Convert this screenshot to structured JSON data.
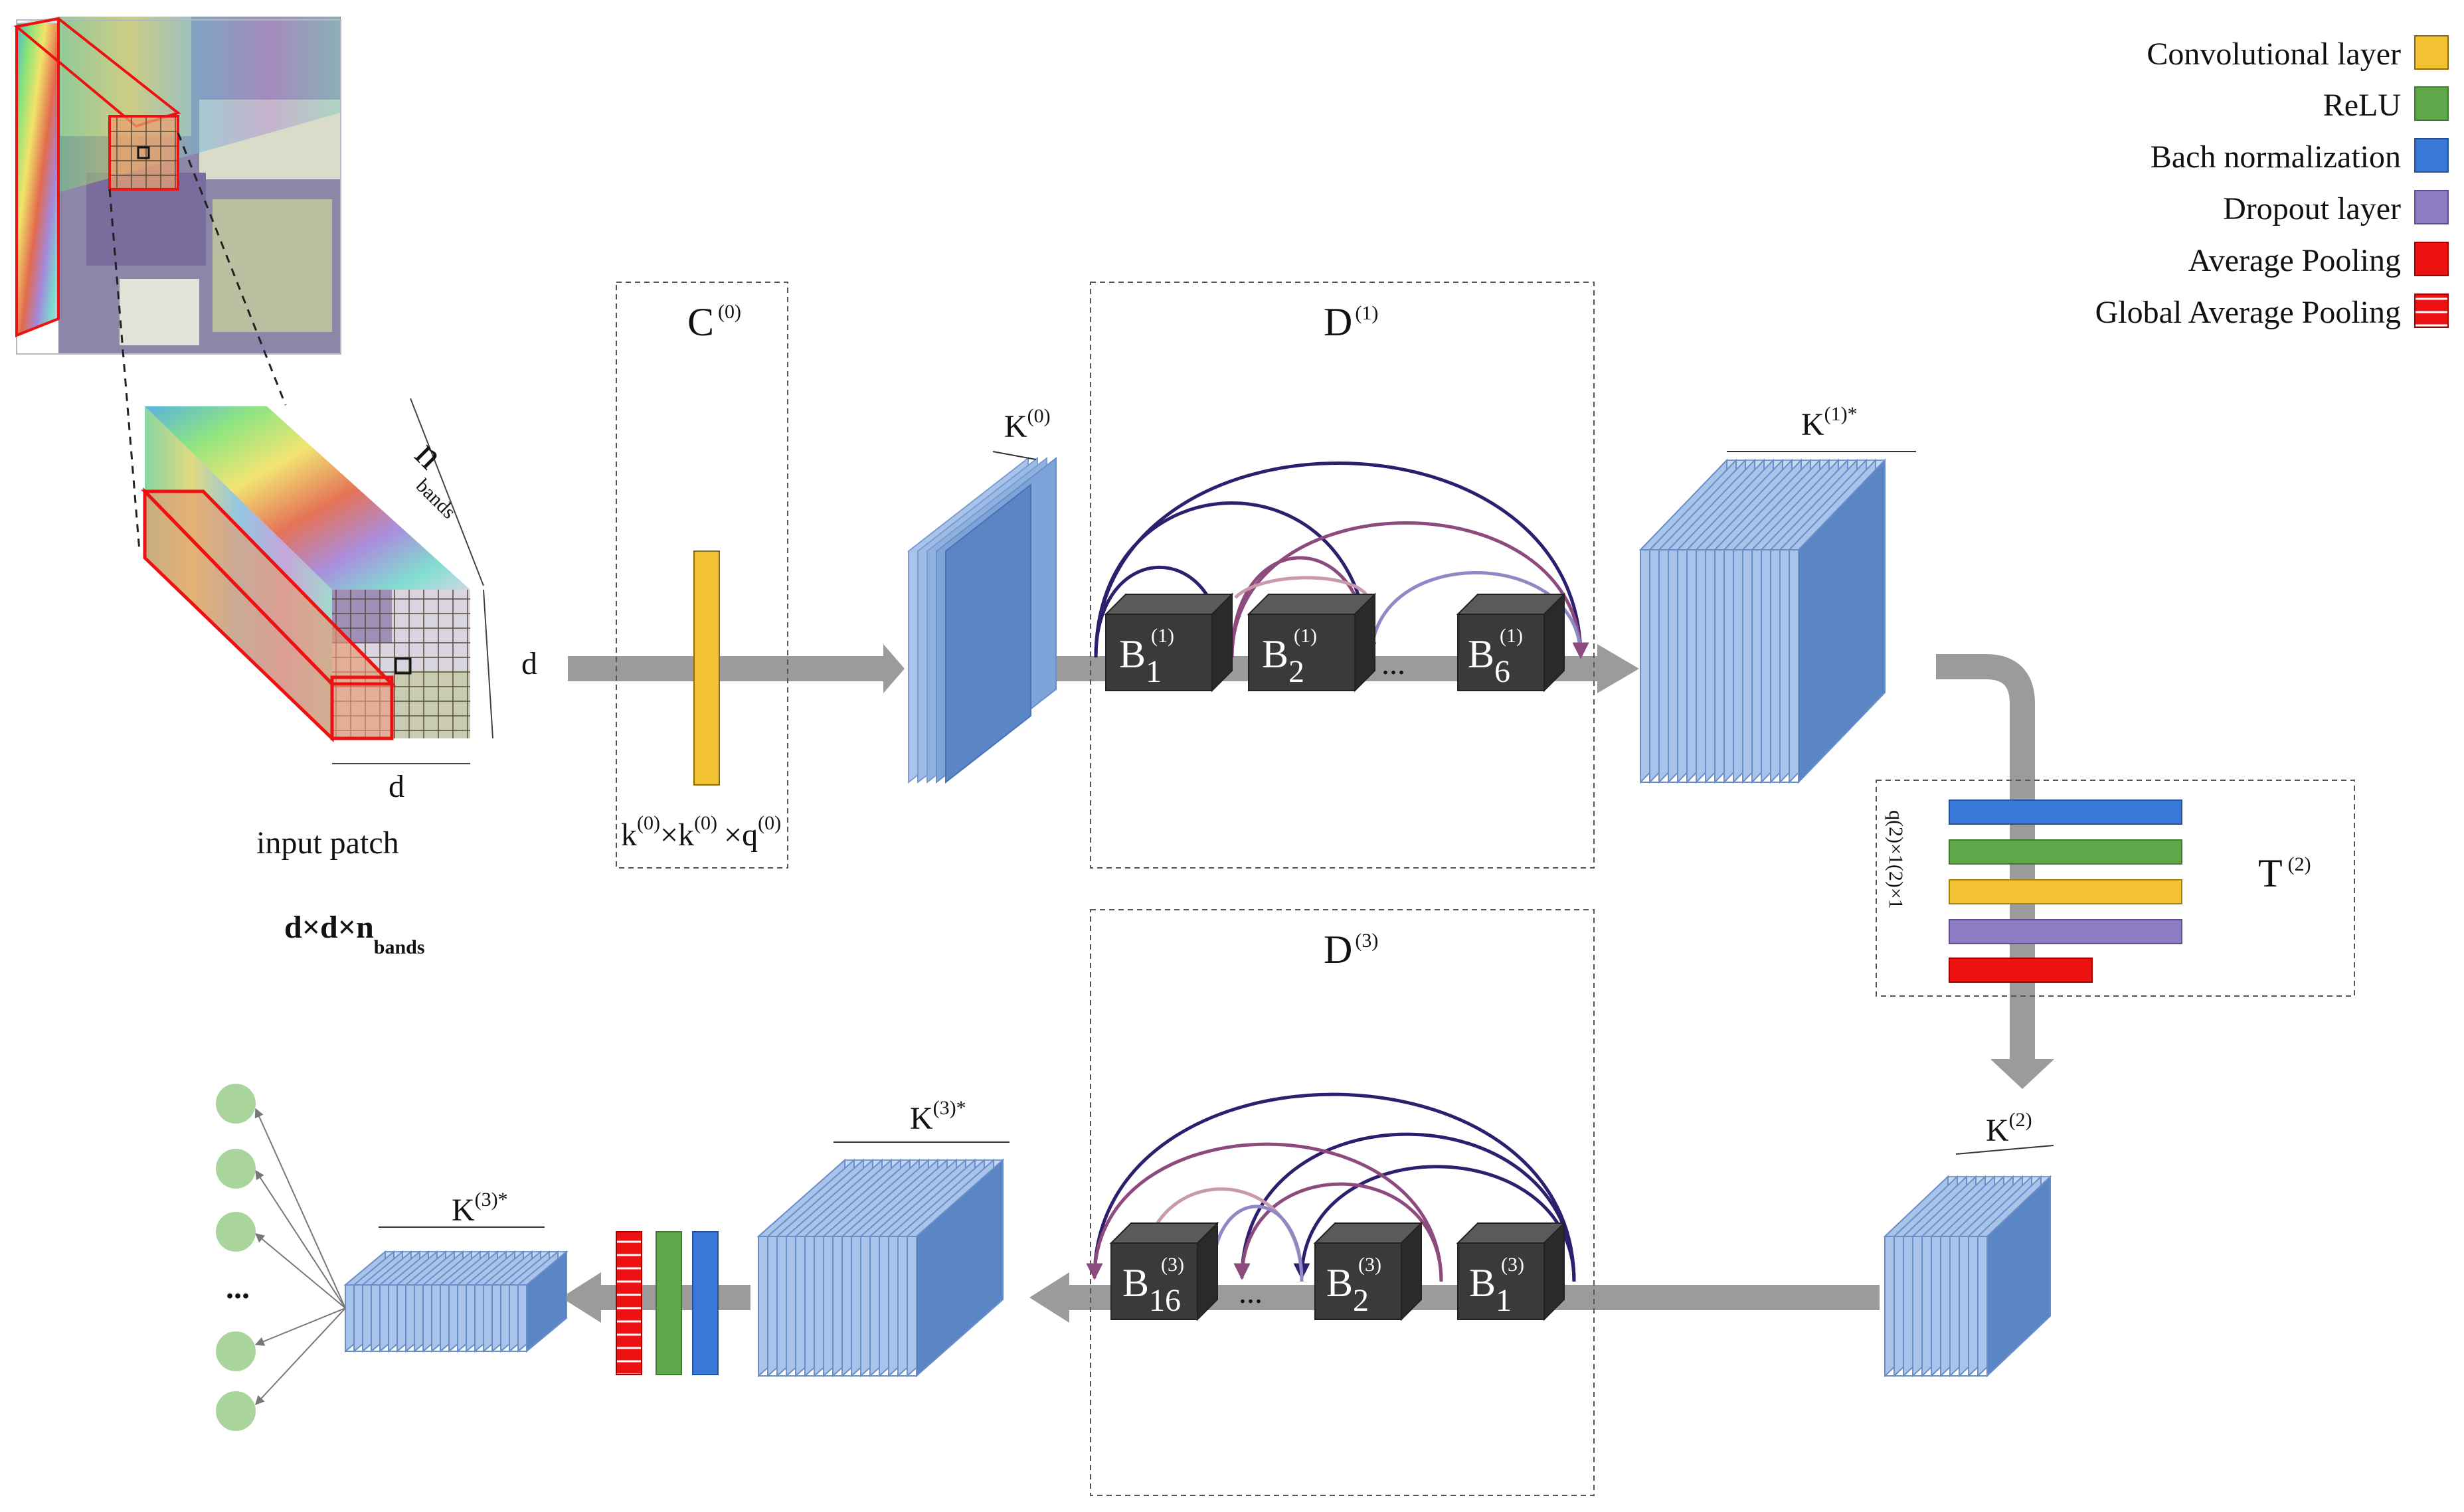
{
  "legend": [
    {
      "label": "Convolutional layer",
      "color": "#f2c232"
    },
    {
      "label": "ReLU",
      "color": "#5fa84a"
    },
    {
      "label": "Bach normalization",
      "color": "#3a78d8"
    },
    {
      "label": "Dropout layer",
      "color": "#8e7cc3"
    },
    {
      "label": "Average Pooling",
      "color": "#ee1111"
    },
    {
      "label": "Global Average Pooling",
      "color": "#ee1111"
    }
  ],
  "input": {
    "caption": "input patch",
    "d": "d",
    "n_main": "n",
    "n_sub": "bands",
    "dims_main": "d×d×n",
    "dims_sub": "bands"
  },
  "conv0": {
    "block": {
      "main": "C",
      "sup": "(0)"
    },
    "kernel": {
      "k1": "k",
      "s1": "(0)",
      "x1": "×k",
      "s2": "(0)",
      "x2": "×q",
      "s3": "(0)"
    }
  },
  "dense1": {
    "block": {
      "main": "D",
      "sup": "(1)"
    },
    "width_in": {
      "main": "K",
      "sup": "(0)"
    },
    "width_out": {
      "main": "K",
      "sup": "(1)*"
    },
    "units": [
      {
        "main": "B",
        "sub": "1",
        "sup": "(1)"
      },
      {
        "main": "B",
        "sub": "2",
        "sup": "(1)"
      },
      {
        "main": "B",
        "sub": "6",
        "sup": "(1)"
      }
    ],
    "ellipsis": "..."
  },
  "transition": {
    "block": {
      "main": "T",
      "sup": "(2)"
    },
    "kernel": "q(2)×1(2)×1",
    "layer_colors": [
      "#3a78d8",
      "#5fa84a",
      "#f2c232",
      "#8e7cc3",
      "#ee1111"
    ],
    "width_out": {
      "main": "K",
      "sup": "(2)"
    }
  },
  "dense3": {
    "block": {
      "main": "D",
      "sup": "(3)"
    },
    "width_out": {
      "main": "K",
      "sup": "(3)*"
    },
    "units": [
      {
        "main": "B",
        "sub": "16",
        "sup": "(3)"
      },
      {
        "main": "B",
        "sub": "2",
        "sup": "(3)"
      },
      {
        "main": "B",
        "sub": "1",
        "sup": "(3)"
      }
    ],
    "ellipsis": "..."
  },
  "output": {
    "width": {
      "main": "K",
      "sup": "(3)*"
    },
    "ellipsis": "..."
  },
  "colors": {
    "arrow": "#9b9b9b",
    "block": "#3a3a3a",
    "feature_map": "#5b86c6",
    "feature_edge": "#a9c4ea",
    "node": "#a9d49b",
    "arc_dark": "#2e1f6e",
    "arc_mauve": "#8d4b7d",
    "arc_pink": "#c99aad",
    "arc_lilac": "#8e88c4"
  }
}
